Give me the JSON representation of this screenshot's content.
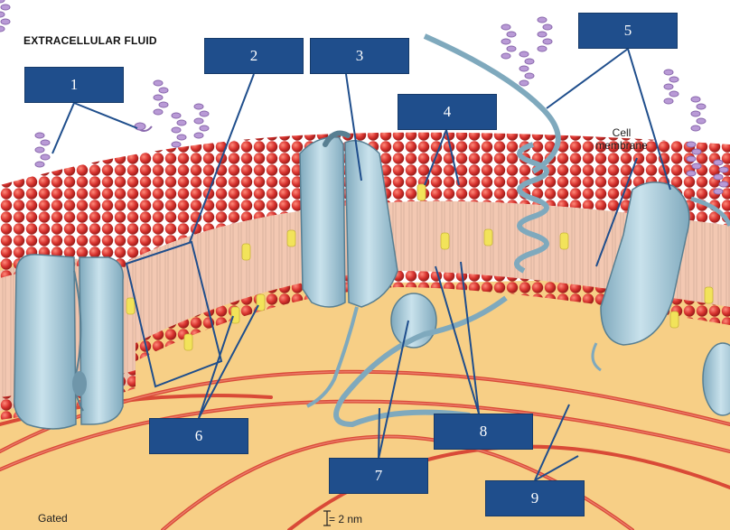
{
  "captions": {
    "extracellular": "EXTRACELLULAR FLUID",
    "cell_membrane_line1": "Cell",
    "cell_membrane_line2": "membrane",
    "gated": "Gated",
    "scale": "= 2 nm"
  },
  "labels": [
    "1",
    "2",
    "3",
    "4",
    "5",
    "6",
    "7",
    "8",
    "9"
  ],
  "colors": {
    "label_box": "#1f4e8c",
    "phospholipid_head": "#d8332f",
    "membrane_tail_fill": "#f3c8b2",
    "cholesterol": "#f2e35a",
    "protein": "#a9ccdb",
    "cytoplasm": "#f7cf86",
    "filament": "#d94a37",
    "carbohydrate": "#b99ad6"
  },
  "icons": [
    "channel-protein-icon",
    "carbohydrate-chain-icon",
    "filament-icon"
  ]
}
